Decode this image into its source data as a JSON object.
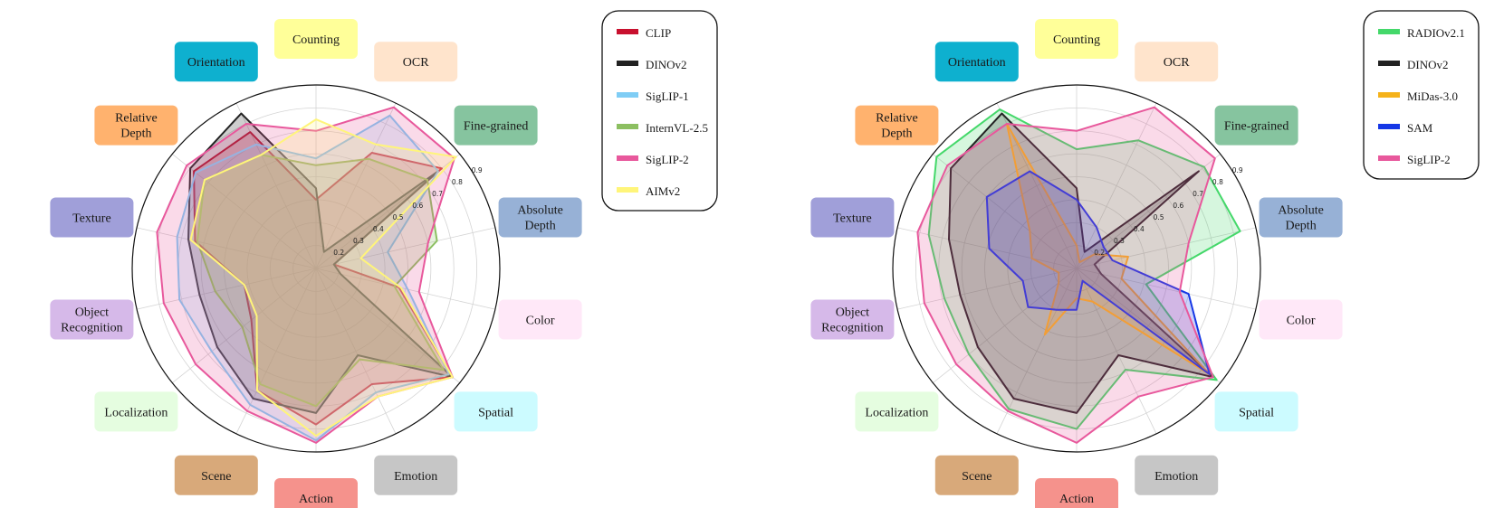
{
  "chart_data": [
    {
      "type": "radar",
      "categories": [
        "Counting",
        "OCR",
        "Fine-grained",
        "Absolute Depth",
        "Color",
        "Spatial",
        "Emotion",
        "Action",
        "Scene",
        "Localization",
        "Object Recognition",
        "Texture",
        "Relative Depth",
        "Orientation"
      ],
      "category_lines": [
        [
          "Counting"
        ],
        [
          "OCR"
        ],
        [
          "Fine-grained"
        ],
        [
          "Absolute",
          "Depth"
        ],
        [
          "Color"
        ],
        [
          "Spatial"
        ],
        [
          "Emotion"
        ],
        [
          "Action"
        ],
        [
          "Scene"
        ],
        [
          "Localization"
        ],
        [
          "Object",
          "Recognition"
        ],
        [
          "Texture"
        ],
        [
          "Relative",
          "Depth"
        ],
        [
          "Orientation"
        ]
      ],
      "category_colors": [
        "#ffff99",
        "#ffe4cc",
        "#86c49f",
        "#97b1d6",
        "#ffe8f8",
        "#ccfbff",
        "#c6c6c6",
        "#f5928c",
        "#d8a97a",
        "#e5fde0",
        "#d6b9e9",
        "#a09fd9",
        "#ffb26e",
        "#0eb0cf"
      ],
      "rlim": [
        0.1,
        0.9
      ],
      "rticks": [
        0.2,
        0.3,
        0.4,
        0.5,
        0.6,
        0.7,
        0.8,
        0.9
      ],
      "rtick_labels": [
        "0.2",
        "0.3",
        "0.4",
        "0.5",
        "0.6",
        "0.7",
        "0.8",
        "0.9"
      ],
      "grid": true,
      "legend_position": "top-right",
      "series": [
        {
          "name": "CLIP",
          "color": "#c8102e",
          "values": [
            0.4,
            0.66,
            0.8,
            0.18,
            0.47,
            0.86,
            0.66,
            0.78,
            0.69,
            0.46,
            0.42,
            0.64,
            0.78,
            0.76
          ]
        },
        {
          "name": "DINOv2",
          "color": "#222222",
          "values": [
            0.45,
            0.18,
            0.78,
            0.18,
            0.21,
            0.86,
            0.52,
            0.73,
            0.73,
            0.65,
            0.62,
            0.67,
            0.8,
            0.85
          ]
        },
        {
          "name": "SigLIP-1",
          "color": "#7fcdf5",
          "values": [
            0.58,
            0.84,
            0.78,
            0.42,
            0.51,
            0.84,
            0.7,
            0.85,
            0.76,
            0.68,
            0.71,
            0.72,
            0.77,
            0.7
          ]
        },
        {
          "name": "InternVL-2.5",
          "color": "#8cbf61",
          "values": [
            0.55,
            0.63,
            0.72,
            0.64,
            0.45,
            0.81,
            0.54,
            0.7,
            0.66,
            0.51,
            0.55,
            0.63,
            0.72,
            0.65
          ]
        },
        {
          "name": "SigLIP-2",
          "color": "#e8589c",
          "values": [
            0.7,
            0.88,
            0.87,
            0.6,
            0.56,
            0.86,
            0.72,
            0.86,
            0.79,
            0.77,
            0.78,
            0.81,
            0.82,
            0.8
          ]
        },
        {
          "name": "AIMv2",
          "color": "#fff57a",
          "values": [
            0.75,
            0.7,
            0.88,
            0.3,
            0.48,
            0.86,
            0.72,
            0.83,
            0.69,
            0.43,
            0.42,
            0.66,
            0.72,
            0.65
          ]
        }
      ]
    },
    {
      "type": "radar",
      "categories": [
        "Counting",
        "OCR",
        "Fine-grained",
        "Absolute Depth",
        "Color",
        "Spatial",
        "Emotion",
        "Action",
        "Scene",
        "Localization",
        "Object Recognition",
        "Texture",
        "Relative Depth",
        "Orientation"
      ],
      "category_lines": [
        [
          "Counting"
        ],
        [
          "OCR"
        ],
        [
          "Fine-grained"
        ],
        [
          "Absolute",
          "Depth"
        ],
        [
          "Color"
        ],
        [
          "Spatial"
        ],
        [
          "Emotion"
        ],
        [
          "Action"
        ],
        [
          "Scene"
        ],
        [
          "Localization"
        ],
        [
          "Object",
          "Recognition"
        ],
        [
          "Texture"
        ],
        [
          "Relative",
          "Depth"
        ],
        [
          "Orientation"
        ]
      ],
      "category_colors": [
        "#ffff99",
        "#ffe4cc",
        "#86c49f",
        "#97b1d6",
        "#ffe8f8",
        "#ccfbff",
        "#c6c6c6",
        "#f5928c",
        "#d8a97a",
        "#e5fde0",
        "#d6b9e9",
        "#a09fd9",
        "#ffb26e",
        "#0eb0cf"
      ],
      "rlim": [
        0.1,
        0.9
      ],
      "rticks": [
        0.2,
        0.3,
        0.4,
        0.5,
        0.6,
        0.7,
        0.8,
        0.9
      ],
      "rtick_labels": [
        "0.2",
        "0.3",
        "0.4",
        "0.5",
        "0.6",
        "0.7",
        "0.8",
        "0.9"
      ],
      "grid": true,
      "legend_position": "top-right",
      "series": [
        {
          "name": "RADIOv2.1",
          "color": "#44d86a",
          "values": [
            0.62,
            0.72,
            0.81,
            0.83,
            0.41,
            0.88,
            0.59,
            0.8,
            0.78,
            0.7,
            0.69,
            0.76,
            0.88,
            0.87
          ]
        },
        {
          "name": "DINOv2",
          "color": "#222222",
          "values": [
            0.45,
            0.18,
            0.78,
            0.18,
            0.21,
            0.86,
            0.52,
            0.73,
            0.73,
            0.65,
            0.62,
            0.67,
            0.8,
            0.85
          ]
        },
        {
          "name": "MiDas-3.0",
          "color": "#f5b21a",
          "values": [
            0.2,
            0.13,
            0.2,
            0.33,
            0.3,
            0.84,
            0.26,
            0.23,
            0.42,
            0.2,
            0.18,
            0.3,
            0.36,
            0.8
          ]
        },
        {
          "name": "SAM",
          "color": "#1537e6",
          "values": [
            0.4,
            0.3,
            0.25,
            0.26,
            0.6,
            0.84,
            0.16,
            0.28,
            0.3,
            0.37,
            0.34,
            0.49,
            0.6,
            0.57
          ]
        },
        {
          "name": "SigLIP-2",
          "color": "#e8589c",
          "values": [
            0.7,
            0.88,
            0.87,
            0.6,
            0.56,
            0.86,
            0.72,
            0.86,
            0.79,
            0.77,
            0.78,
            0.81,
            0.82,
            0.8
          ]
        }
      ]
    }
  ]
}
